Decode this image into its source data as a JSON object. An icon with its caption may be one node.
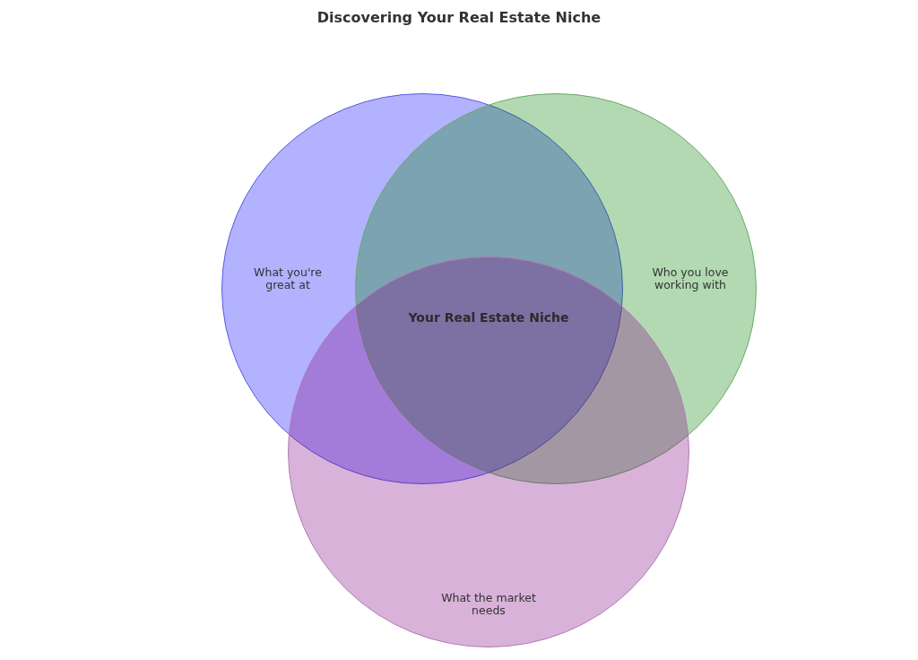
{
  "diagram": {
    "title": "Discovering Your Real Estate Niche",
    "nodes": [
      {
        "text": [
          "What you're great at"
        ]
      },
      {
        "text": [
          "Who you love working with"
        ]
      },
      {
        "text": [
          "What the market needs"
        ]
      }
    ],
    "labels": [
      "Your Real Estate Niche"
    ]
  }
}
